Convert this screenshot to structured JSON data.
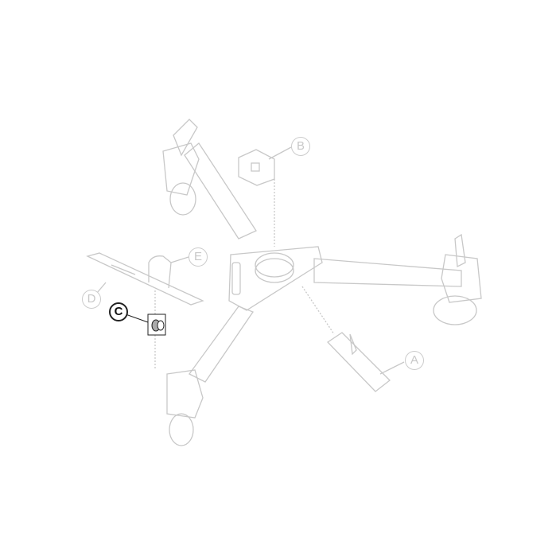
{
  "diagram": {
    "callouts": [
      {
        "id": "A",
        "label": "A",
        "active": false
      },
      {
        "id": "B",
        "label": "B",
        "active": false
      },
      {
        "id": "C",
        "label": "C",
        "active": true
      },
      {
        "id": "D",
        "label": "D",
        "active": false
      },
      {
        "id": "E",
        "label": "E",
        "active": false
      }
    ],
    "colors": {
      "faded": "#c8c8c8",
      "active": "#222222"
    }
  }
}
